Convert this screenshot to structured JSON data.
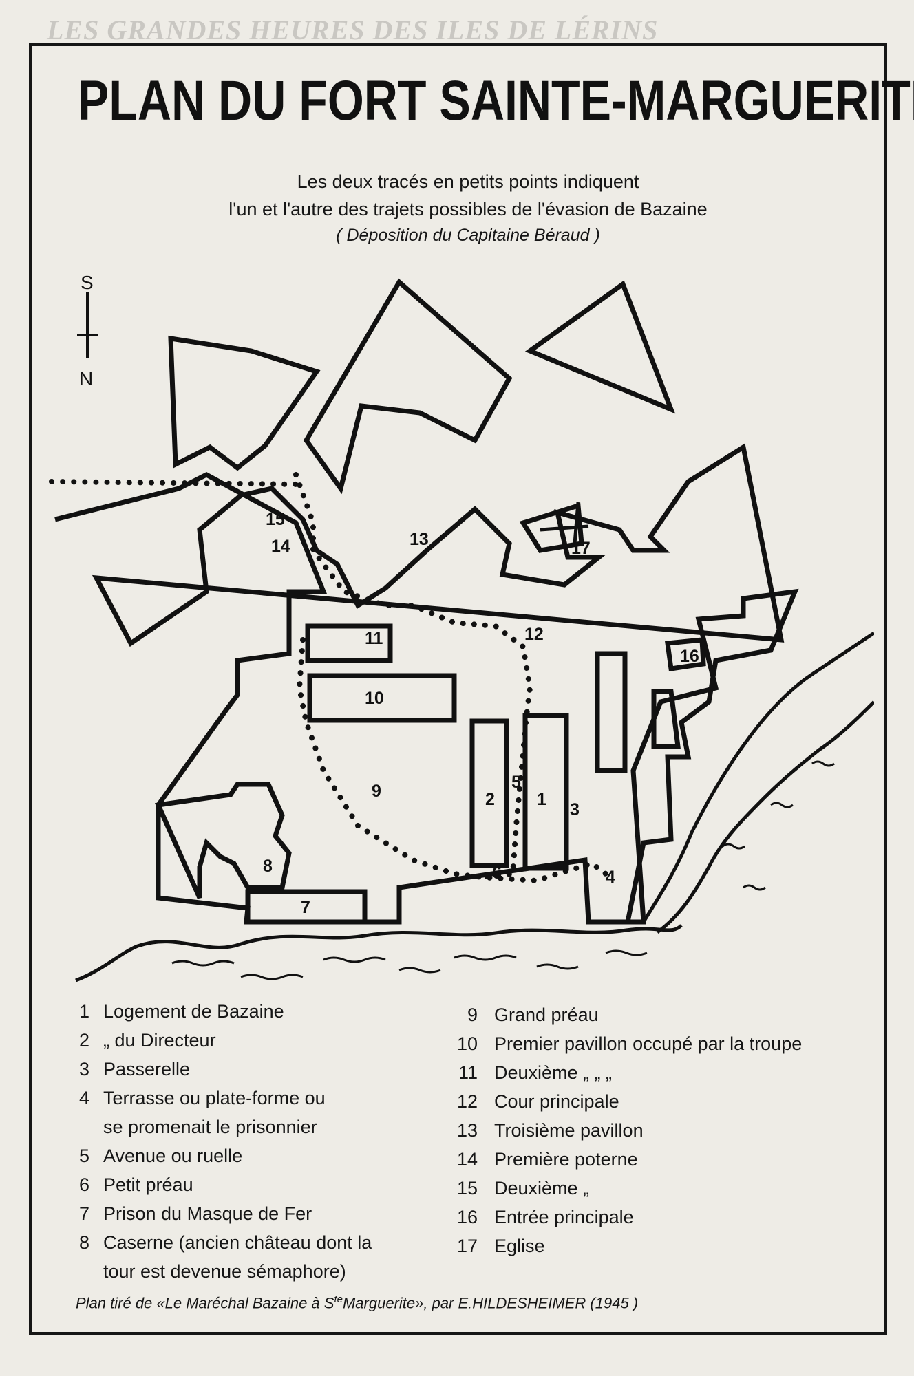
{
  "header_fragment": "LES GRANDES HEURES DES ILES DE LÉRINS",
  "title": "PLAN DU FORT SAINTE-MARGUERITE",
  "subtitle_line1": "Les deux tracés en petits points indiquent",
  "subtitle_line2": "l'un et l'autre des trajets possibles de l'évasion de Bazaine",
  "deposition": "( Déposition du Capitaine Béraud )",
  "compass": {
    "south": "S",
    "north": "N"
  },
  "legend_left": [
    {
      "num": "1",
      "text": "Logement de Bazaine"
    },
    {
      "num": "2",
      "text": "„        du Directeur"
    },
    {
      "num": "3",
      "text": "Passerelle"
    },
    {
      "num": "4",
      "text": "Terrasse ou plate-forme ou"
    },
    {
      "num": "",
      "text": "se  promenait le prisonnier"
    },
    {
      "num": "5",
      "text": "Avenue ou ruelle"
    },
    {
      "num": "6",
      "text": "Petit préau"
    },
    {
      "num": "7",
      "text": "Prison du Masque de Fer"
    },
    {
      "num": "8",
      "text": "Caserne  (ancien château dont la"
    },
    {
      "num": "",
      "text": "tour est devenue sémaphore)"
    }
  ],
  "legend_right": [
    {
      "num": "9",
      "text": "Grand préau"
    },
    {
      "num": "10",
      "text": "Premier pavillon occupé par la troupe"
    },
    {
      "num": "11",
      "text": "Deuxième  „            „                „"
    },
    {
      "num": "12",
      "text": "Cour principale"
    },
    {
      "num": "13",
      "text": "Troisième pavillon"
    },
    {
      "num": "14",
      "text": "Première poterne"
    },
    {
      "num": "15",
      "text": "Deuxième    „"
    },
    {
      "num": "16",
      "text": "Entrée principale"
    },
    {
      "num": "17",
      "text": "Eglise"
    }
  ],
  "caption_pre": "Plan tiré de «Le Maréchal Bazaine à S",
  "caption_sup": "te",
  "caption_post": "Marguerite», par  E.HILDESHEIMER  (1945 )",
  "map_labels": [
    "1",
    "2",
    "3",
    "4",
    "5",
    "6",
    "7",
    "8",
    "9",
    "10",
    "11",
    "12",
    "13",
    "14",
    "15",
    "16",
    "17"
  ]
}
